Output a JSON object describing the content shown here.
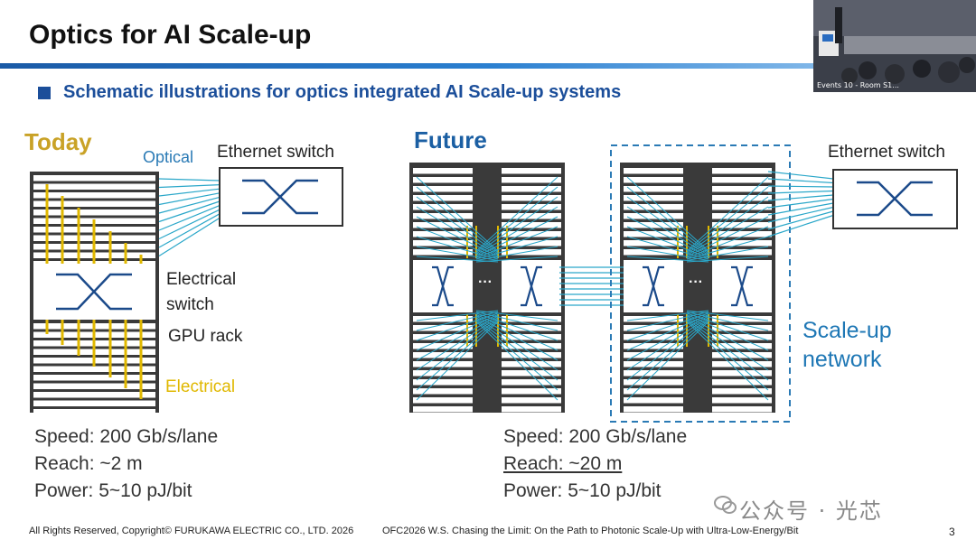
{
  "slide": {
    "title": "Optics for AI Scale-up",
    "subtitle": "Schematic illustrations for optics integrated AI Scale-up systems",
    "page_number": "3"
  },
  "video": {
    "caption": "Events 10 - Room S1..."
  },
  "today": {
    "heading": "Today",
    "optical_label": "Optical",
    "ethernet_label": "Ethernet switch",
    "electrical_switch_label": "Electrical switch",
    "gpu_rack_label": "GPU rack",
    "electrical_label": "Electrical",
    "speed": "Speed: 200 Gb/s/lane",
    "reach": "Reach: ~2 m",
    "power": "Power: 5~10 pJ/bit"
  },
  "future": {
    "heading": "Future",
    "ethernet_label": "Ethernet switch",
    "scaleup_label": "Scale-up network",
    "ellipsis": "···",
    "speed": "Speed: 200 Gb/s/lane",
    "reach": "Reach: ~20 m",
    "power": "Power: 5~10 pJ/bit"
  },
  "footer": {
    "copyright": "All Rights Reserved, Copyright© FURUKAWA ELECTRIC CO., LTD. 2026",
    "event": "OFC2026 W.S. Chasing the Limit: On the Path to Photonic Scale-Up with Ultra-Low-Energy/Bit"
  },
  "watermark": "公众号 · 光芯",
  "colors": {
    "title_blue": "#1b4e9a",
    "optical": "#2aa7c9",
    "electrical": "#e0b800",
    "rack": "#3a3a3a",
    "today_heading": "#c9a227"
  }
}
